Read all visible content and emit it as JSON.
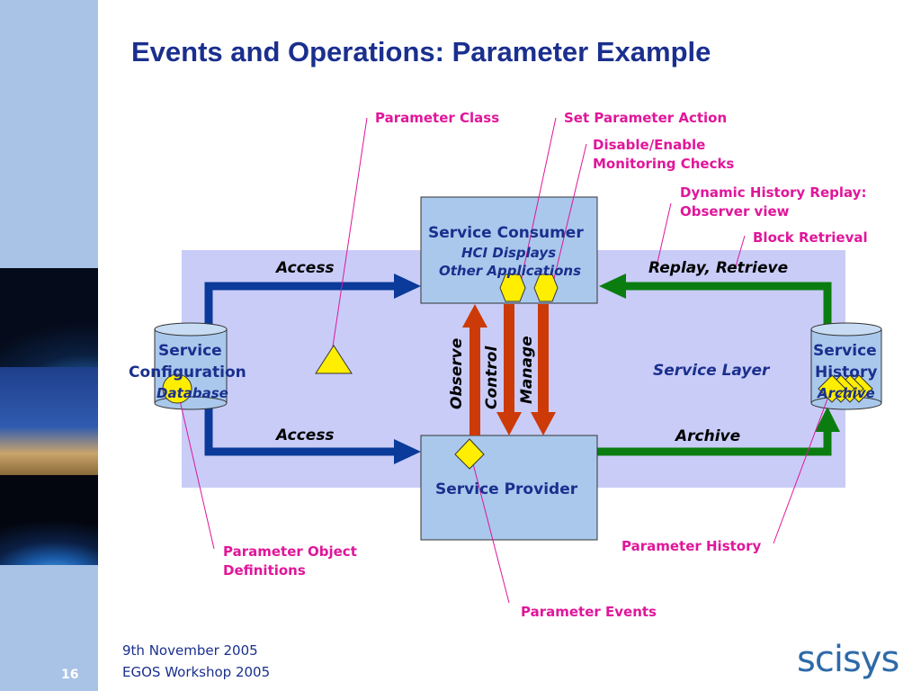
{
  "slide": {
    "title": "Events and Operations: Parameter Example",
    "page_number": "16",
    "footer_date": "9th November 2005",
    "footer_event": "EGOS Workshop 2005",
    "logo_text": "scisys"
  },
  "colors": {
    "sidebar": "#a9c3e6",
    "title": "#1a2f8e",
    "service_layer": "#c9ccf7",
    "box_fill": "#a9c8ec",
    "access_arrow": "#0a3a9a",
    "history_arrow": "#0b7d10",
    "control_arrow": "#cc3a08",
    "callout": "#e0169a",
    "symbol_fill": "#ffee00"
  },
  "boxes": {
    "consumer": {
      "title": "Service Consumer",
      "sub1": "HCI Displays",
      "sub2": "Other Applications"
    },
    "provider": {
      "title": "Service Provider"
    },
    "config": {
      "line1": "Service",
      "line2": "Configuration",
      "line3": "Database"
    },
    "history": {
      "line1": "Service",
      "line2": "History",
      "line3": "Archive"
    }
  },
  "service_layer_label": "Service Layer",
  "flows": {
    "access_top": "Access",
    "access_bottom": "Access",
    "replay": "Replay, Retrieve",
    "archive": "Archive",
    "observe": "Observe",
    "control": "Control",
    "manage": "Manage"
  },
  "callouts": {
    "parameter_class": "Parameter Class",
    "set_parameter_action": "Set Parameter Action",
    "disable_enable_1": "Disable/Enable",
    "disable_enable_2": "Monitoring Checks",
    "dynamic_history_1": "Dynamic History Replay:",
    "dynamic_history_2": "Observer view",
    "block_retrieval": "Block Retrieval",
    "param_object_defs_1": "Parameter Object",
    "param_object_defs_2": "Definitions",
    "parameter_history": "Parameter History",
    "parameter_events": "Parameter Events"
  },
  "symbols": [
    "triangle",
    "circle",
    "hexagon",
    "hexagon",
    "diamond",
    "diamond-stack"
  ]
}
